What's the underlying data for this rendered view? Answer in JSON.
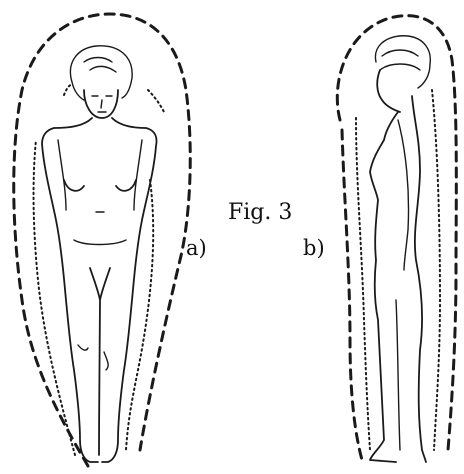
{
  "figure": {
    "caption": "Fig. 3",
    "label_a": "a)",
    "label_b": "b)"
  }
}
